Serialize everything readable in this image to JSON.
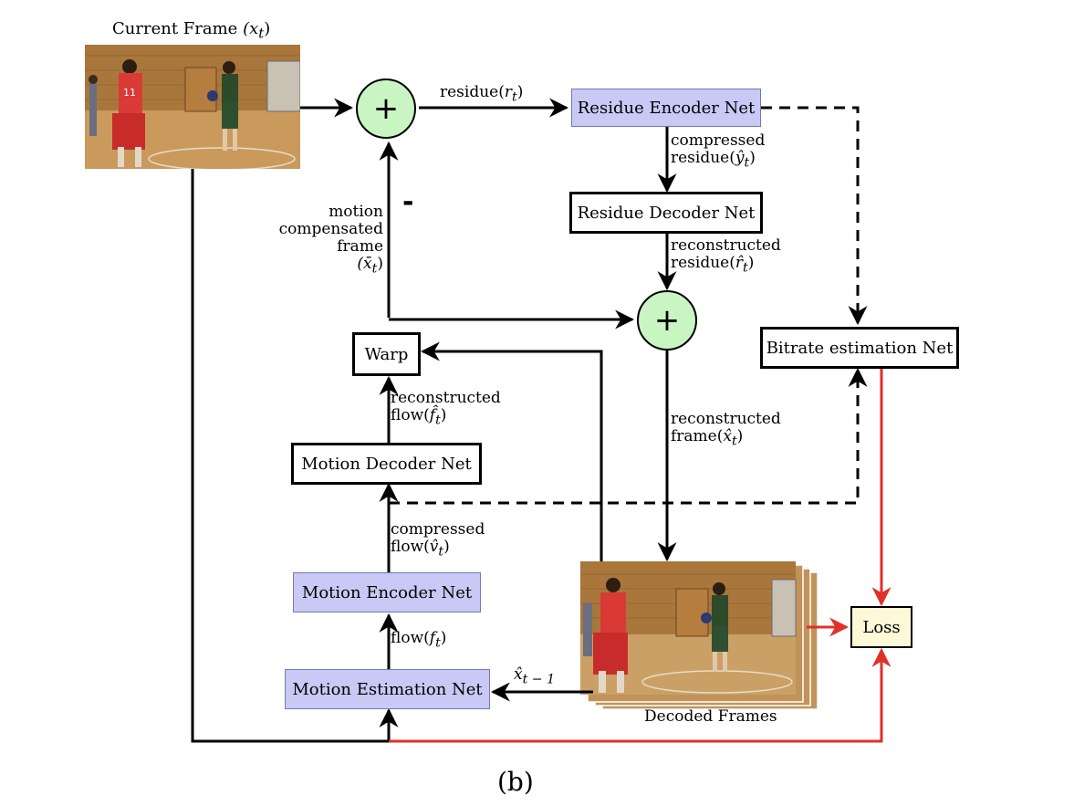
{
  "title": {
    "text": "Current Frame",
    "var": "(x",
    "sub": "t",
    "close": ")"
  },
  "nodes": {
    "residue_encoder": "Residue Encoder Net",
    "residue_decoder": "Residue Decoder Net",
    "bitrate": "Bitrate estimation Net",
    "warp": "Warp",
    "motion_decoder": "Motion Decoder Net",
    "motion_encoder": "Motion Encoder Net",
    "motion_estimation": "Motion Estimation Net",
    "loss": "Loss",
    "plus": "+",
    "minus": "-"
  },
  "labels": {
    "residue": "residue(",
    "residue_var": "r",
    "t": "t",
    "close": ")",
    "compressed": "compressed",
    "compressed_residue": "residue(",
    "compressed_residue_var": "ŷ",
    "reconstructed": "reconstructed",
    "reconstructed_residue": "residue(",
    "reconstructed_residue_var": "r̂",
    "motion": "motion",
    "compensated": "compensated",
    "frame": "frame",
    "mc_var": "(x̄",
    "reconstructed_frame": "frame(",
    "reconstructed_frame_var": "x̂",
    "reconstructed_flow": "flow(",
    "reconstructed_flow_var": "f̂",
    "compressed_flow": "flow(",
    "compressed_flow_var": "v̂",
    "flow": "flow(",
    "flow_var": "f",
    "prev_frame_var": "x̂",
    "prev_frame_sub": "t − 1",
    "decoded_frames": "Decoded Frames",
    "caption": "(b)"
  },
  "colors": {
    "encoder_fill": "#c9c9f6",
    "adder_fill": "#c8f5c2",
    "loss_fill": "#fdf8d6",
    "loss_arrows": "#e0302a"
  }
}
